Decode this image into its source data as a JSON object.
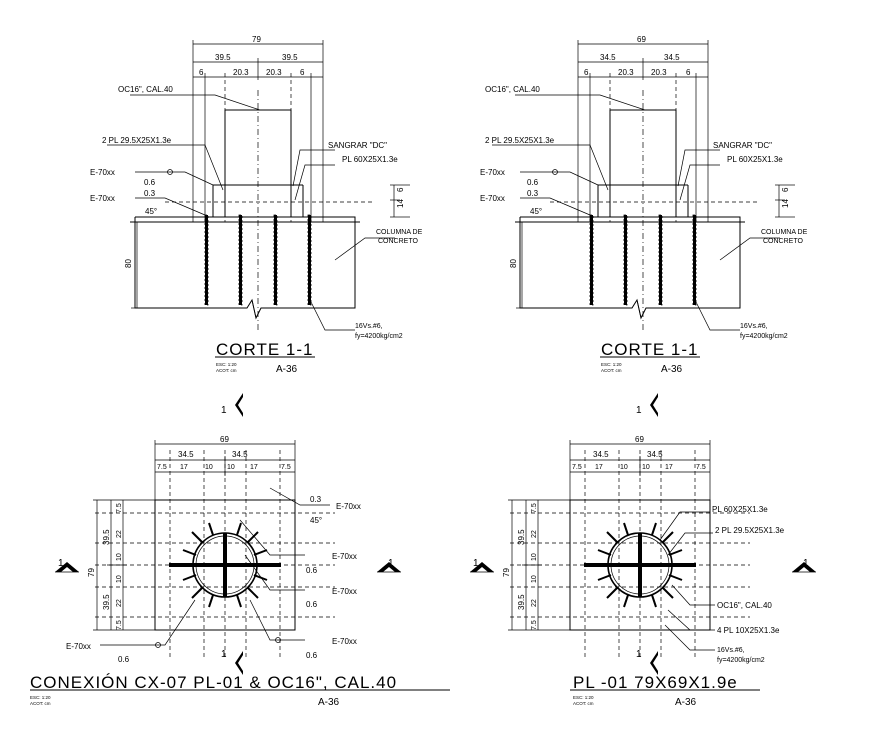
{
  "views": {
    "section_left": {
      "title": "CORTE  1-1",
      "sheet": "A-36",
      "scale": "ESC: 1:20",
      "units": "ACOT: cm",
      "dims": {
        "total": "79",
        "half_l": "39.5",
        "half_r": "39.5",
        "a": "6",
        "b": "20.3",
        "c": "20.3",
        "d": "6",
        "h80": "80",
        "h14": "14",
        "h6": "6"
      },
      "labels": {
        "pipe": "OC16\", CAL.40",
        "plates": "2 PL 29.5X25X1.3e",
        "weld1": "E-70xx",
        "w06": "0.6",
        "w03": "0.3",
        "weld2": "E-70xx",
        "w45": "45°",
        "groove": "SANGRAR \"DC\"",
        "plate": "PL 60X25X1.3e",
        "column1": "COLUMNA DE",
        "column2": "CONCRETO",
        "rebar1": "16Vs.#6,",
        "rebar2": "fy=4200kg/cm2"
      }
    },
    "section_right": {
      "title": "CORTE  1-1",
      "sheet": "A-36",
      "scale": "ESC: 1:20",
      "units": "ACOT: cm",
      "dims": {
        "total": "69",
        "half_l": "34.5",
        "half_r": "34.5",
        "a": "6",
        "b": "20.3",
        "c": "20.3",
        "d": "6",
        "h80": "80",
        "h14": "14",
        "h6": "6"
      },
      "labels": {
        "pipe": "OC16\", CAL.40",
        "plates": "2 PL 29.5X25X1.3e",
        "weld1": "E-70xx",
        "w06": "0.6",
        "w03": "0.3",
        "weld2": "E-70xx",
        "w45": "45°",
        "groove": "SANGRAR \"DC\"",
        "plate": "PL 60X25X1.3e",
        "column1": "COLUMNA DE",
        "column2": "CONCRETO",
        "rebar1": "16Vs.#6,",
        "rebar2": "fy=4200kg/cm2"
      }
    },
    "plan_left": {
      "title": "CONEXIÓN CX-07 PL-01 & OC16\", CAL.40",
      "sheet": "A-36",
      "scale": "ESC: 1:20",
      "units": "ACOT: cm",
      "cut_mark": "1",
      "dims_top": {
        "total": "69",
        "h1": "34.5",
        "h2": "34.5",
        "s": [
          "7.5",
          "17",
          "10",
          "10",
          "17",
          "7.5"
        ]
      },
      "dims_side": {
        "total": "79",
        "h1": "39.5",
        "h2": "39.5",
        "s": [
          "7.5",
          "22",
          "10",
          "10",
          "22",
          "7.5"
        ]
      },
      "welds": [
        {
          "top": "0.3",
          "bot": "45°",
          "code": "E-70xx"
        },
        {
          "top": "",
          "bot": "0.6",
          "code": "E-70xx"
        },
        {
          "top": "",
          "bot": "0.6",
          "code": "E-70xx"
        },
        {
          "top": "",
          "bot": "0.6",
          "code": "E-70xx"
        },
        {
          "top": "",
          "bot": "0.6",
          "code": "E-70xx"
        }
      ]
    },
    "plan_right": {
      "title": "PL -01  79X69X1.9e",
      "sheet": "A-36",
      "scale": "ESC: 1:20",
      "units": "ACOT: cm",
      "cut_mark": "1",
      "dims_top": {
        "total": "69",
        "h1": "34.5",
        "h2": "34.5",
        "s": [
          "7.5",
          "17",
          "10",
          "10",
          "17",
          "7.5"
        ]
      },
      "dims_side": {
        "total": "79",
        "h1": "39.5",
        "h2": "39.5",
        "s": [
          "7.5",
          "22",
          "10",
          "10",
          "22",
          "7.5"
        ]
      },
      "labels": {
        "plate": "PL 60X25X1.3e",
        "plates": "2 PL 29.5X25X1.3e",
        "pipe": "OC16\", CAL.40",
        "stiff": "4 PL 10X25X1.3e",
        "rebar1": "16Vs.#6,",
        "rebar2": "fy=4200kg/cm2"
      }
    }
  }
}
